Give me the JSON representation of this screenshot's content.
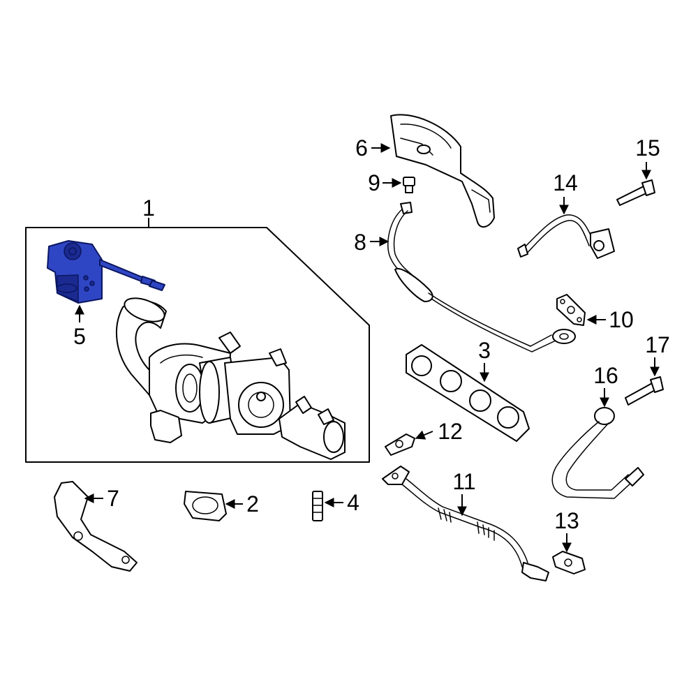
{
  "colors": {
    "highlight": "#2f46c4",
    "highlight_outline": "#0b1660",
    "line": "#000000",
    "background": "#ffffff"
  },
  "callouts": {
    "c1": "1",
    "c2": "2",
    "c3": "3",
    "c4": "4",
    "c5": "5",
    "c6": "6",
    "c7": "7",
    "c8": "8",
    "c9": "9",
    "c10": "10",
    "c11": "11",
    "c12": "12",
    "c13": "13",
    "c14": "14",
    "c15": "15",
    "c16": "16",
    "c17": "17"
  },
  "highlighted_part": "5"
}
